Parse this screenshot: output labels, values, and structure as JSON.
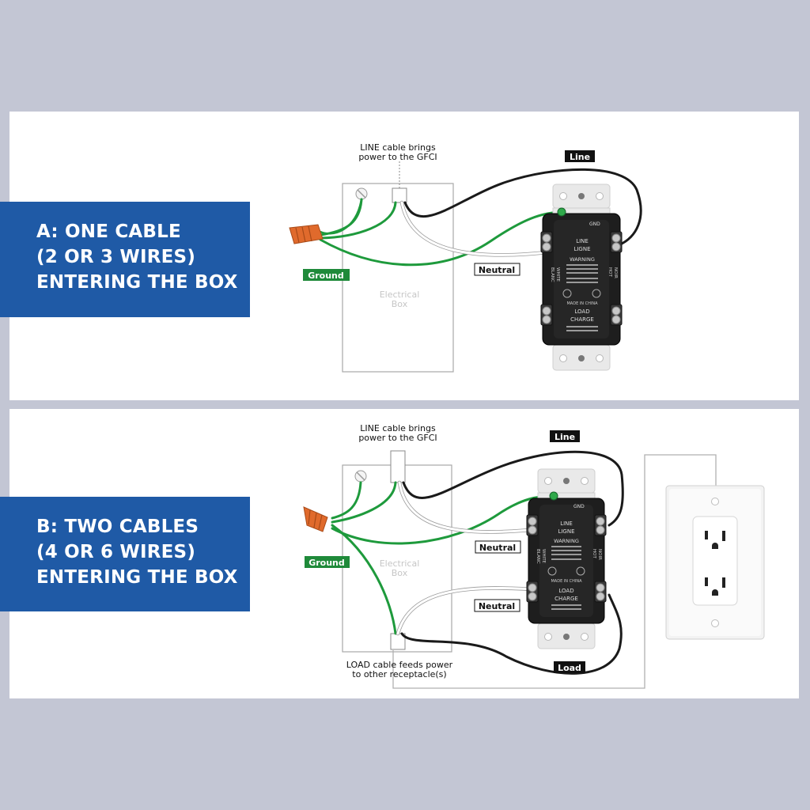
{
  "panel_a": {
    "heading": [
      "A: ONE CABLE",
      "(2 OR 3 WIRES)",
      "ENTERING THE BOX"
    ],
    "line_note": [
      "LINE cable brings",
      "power to the GFCI"
    ],
    "line_tag": "Line",
    "neutral_tag": "Neutral",
    "ground_tag": "Ground",
    "box_label": [
      "Electrical",
      "Box"
    ]
  },
  "panel_b": {
    "heading": [
      "B: TWO CABLES",
      "(4 OR 6 WIRES)",
      "ENTERING THE BOX"
    ],
    "line_note": [
      "LINE cable brings",
      "power to the GFCI"
    ],
    "line_tag": "Line",
    "neutral_tag_top": "Neutral",
    "neutral_tag_bottom": "Neutral",
    "ground_tag": "Ground",
    "load_tag": "Load",
    "box_label": [
      "Electrical",
      "Box"
    ],
    "load_note": [
      "LOAD cable feeds power",
      "to other receptacle(s)"
    ]
  },
  "gfci_face": {
    "gnd": "GND",
    "line": "LINE",
    "ligne": "LIGNE",
    "warning": "WARNING",
    "load": "LOAD",
    "charge": "CHARGE",
    "white": "WHITE",
    "blanc": "BLANC",
    "hot": "HOT",
    "noir": "NOIR",
    "made_in_china": "MADE IN CHINA"
  },
  "colors": {
    "background": "#c3c6d4",
    "banner": "#1f5aa6",
    "ground_wire": "#1e9a3c",
    "ground_tag": "#1f8a3a",
    "gfci_body": "#1e1e1e",
    "connector": "#e06a2c"
  }
}
